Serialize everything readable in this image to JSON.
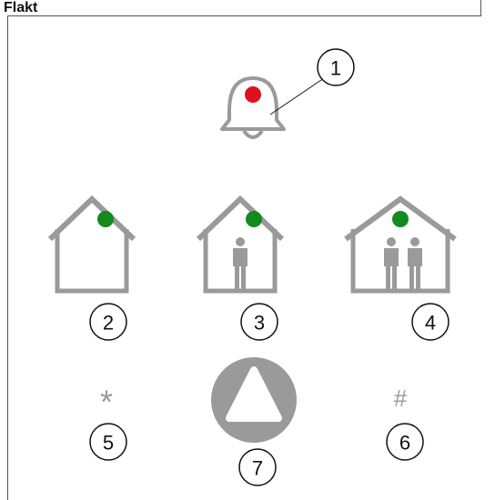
{
  "title": "Flakt",
  "colors": {
    "icon_gray": "#9a9a9a",
    "led_red": "#e0101e",
    "led_green": "#138a1e",
    "frame": "#555555"
  },
  "callouts": {
    "c1": "1",
    "c2": "2",
    "c3": "3",
    "c4": "4",
    "c5": "5",
    "c6": "6",
    "c7": "7"
  },
  "keys": {
    "star": "*",
    "hash": "#"
  },
  "icons": {
    "alarm": "bell-icon",
    "away": "empty-house-icon",
    "home": "house-one-person-icon",
    "boost": "house-two-persons-icon",
    "main": "triangle-button-icon"
  },
  "leds": {
    "alarm": "red",
    "away": "green",
    "home": "green",
    "boost": "green"
  }
}
